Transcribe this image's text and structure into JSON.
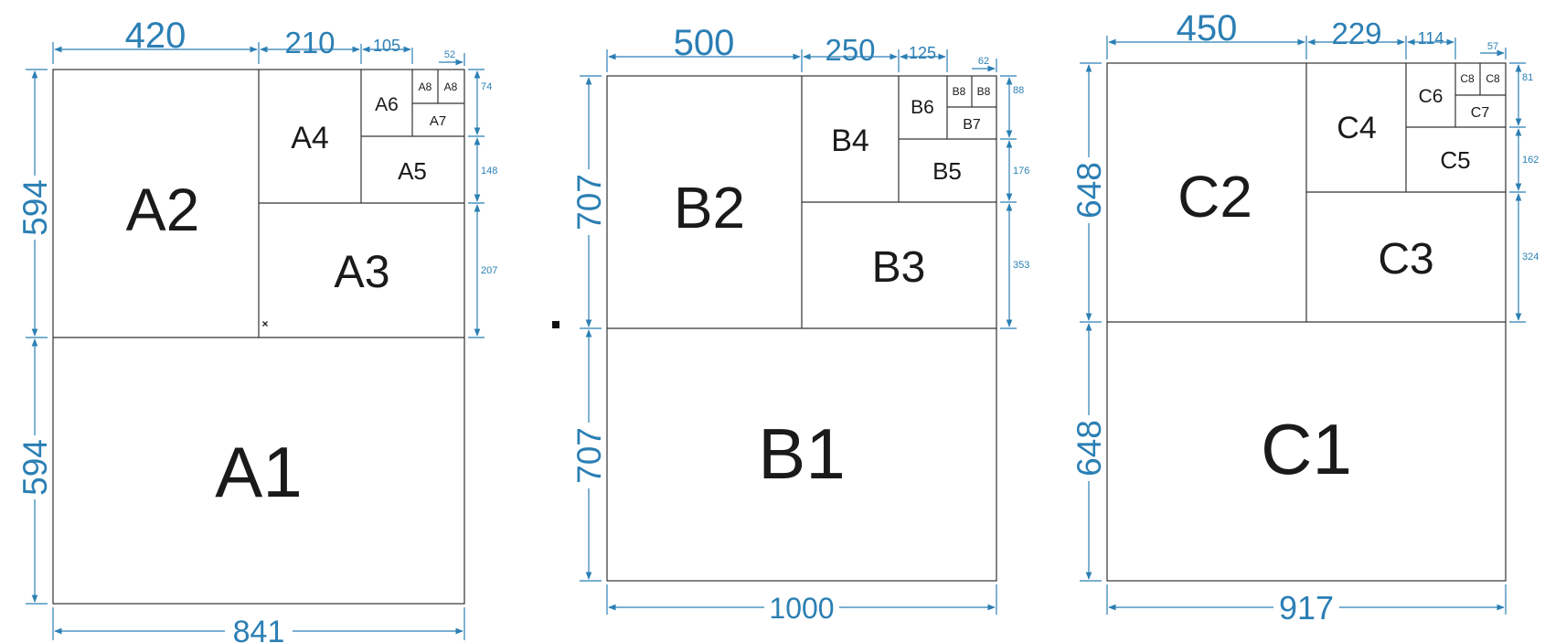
{
  "a_series": {
    "labels": {
      "a1": "A1",
      "a2": "A2",
      "a3": "A3",
      "a4": "A4",
      "a5": "A5",
      "a6": "A6",
      "a7": "A7",
      "a8_left": "A8",
      "a8_right": "A8"
    },
    "dimensions": {
      "top_1": "420",
      "top_2": "210",
      "top_3": "105",
      "top_4": "52",
      "left_upper": "594",
      "left_lower": "594",
      "right_1": "74",
      "right_2": "148",
      "right_3": "207",
      "bottom": "841"
    },
    "marker": "×"
  },
  "b_series": {
    "labels": {
      "b1": "B1",
      "b2": "B2",
      "b3": "B3",
      "b4": "B4",
      "b5": "B5",
      "b6": "B6",
      "b7": "B7",
      "b8_left": "B8",
      "b8_right": "B8"
    },
    "dimensions": {
      "top_1": "500",
      "top_2": "250",
      "top_3": "125",
      "top_4": "62",
      "left_upper": "707",
      "left_lower": "707",
      "right_1": "88",
      "right_2": "176",
      "right_3": "353",
      "bottom": "1000"
    }
  },
  "c_series": {
    "labels": {
      "c1": "C1",
      "c2": "C2",
      "c3": "C3",
      "c4": "C4",
      "c5": "C5",
      "c6": "C6",
      "c7": "C7",
      "c8_left": "C8",
      "c8_right": "C8"
    },
    "dimensions": {
      "top_1": "450",
      "top_2": "229",
      "top_3": "114",
      "top_4": "57",
      "left_upper": "648",
      "left_lower": "648",
      "right_1": "81",
      "right_2": "162",
      "right_3": "324",
      "bottom": "917"
    }
  },
  "colors": {
    "dimension": "#2b7fb4",
    "outline": "#333333",
    "label": "#1a1a1a"
  }
}
